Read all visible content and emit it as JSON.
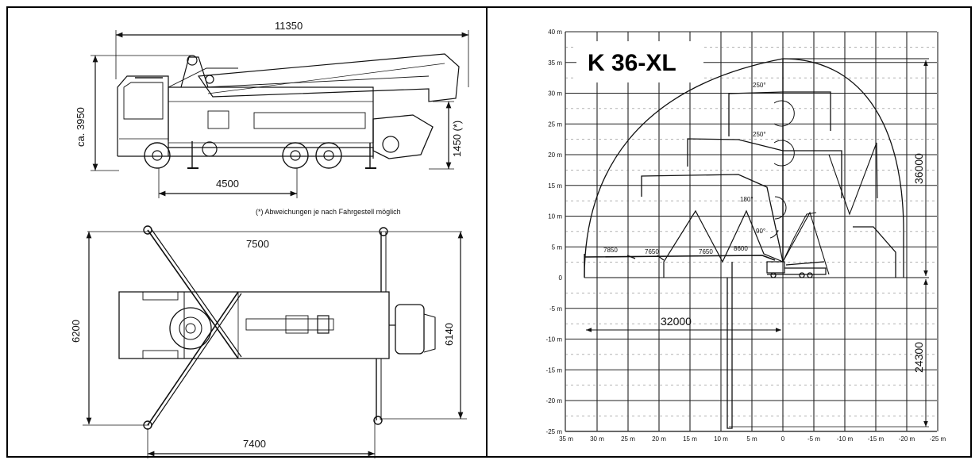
{
  "left_panel": {
    "side_view": {
      "overall_length": "11350",
      "height": "ca. 3950",
      "wheelbase": "4500",
      "outrigger_height": "1450 (*)",
      "note": "(*) Abweichungen je nach Fahrgestell möglich"
    },
    "top_view": {
      "front_outrigger_span": "7500",
      "rear_outrigger_span": "7400",
      "front_width": "6200",
      "rear_width": "6140"
    }
  },
  "right_panel": {
    "title": "K 36-XL",
    "angles": [
      "250°",
      "250°",
      "180°",
      "90°"
    ],
    "boom_lengths": [
      "7850",
      "7650",
      "7650",
      "8600"
    ],
    "horizontal_reach": "32000",
    "vertical_reach": "36000",
    "depth_reach": "24300",
    "y_ticks": [
      {
        "v": 40,
        "label": "40 m"
      },
      {
        "v": 35,
        "label": "35 m"
      },
      {
        "v": 30,
        "label": "30 m"
      },
      {
        "v": 25,
        "label": "25 m"
      },
      {
        "v": 20,
        "label": "20 m"
      },
      {
        "v": 15,
        "label": "15 m"
      },
      {
        "v": 10,
        "label": "10 m"
      },
      {
        "v": 5,
        "label": "5 m"
      },
      {
        "v": 0,
        "label": "0"
      },
      {
        "v": -5,
        "label": "-5 m"
      },
      {
        "v": -10,
        "label": "-10 m"
      },
      {
        "v": -15,
        "label": "-15 m"
      },
      {
        "v": -20,
        "label": "-20 m"
      },
      {
        "v": -25,
        "label": "-25 m"
      }
    ],
    "x_ticks": [
      {
        "v": 35,
        "label": "35 m"
      },
      {
        "v": 30,
        "label": "30 m"
      },
      {
        "v": 25,
        "label": "25 m"
      },
      {
        "v": 20,
        "label": "20 m"
      },
      {
        "v": 15,
        "label": "15 m"
      },
      {
        "v": 10,
        "label": "10 m"
      },
      {
        "v": 5,
        "label": "5 m"
      },
      {
        "v": 0,
        "label": "0"
      },
      {
        "v": -5,
        "label": "-5 m"
      },
      {
        "v": -10,
        "label": "-10 m"
      },
      {
        "v": -15,
        "label": "-15 m"
      },
      {
        "v": -20,
        "label": "-20 m"
      },
      {
        "v": -25,
        "label": "-25 m"
      }
    ]
  }
}
